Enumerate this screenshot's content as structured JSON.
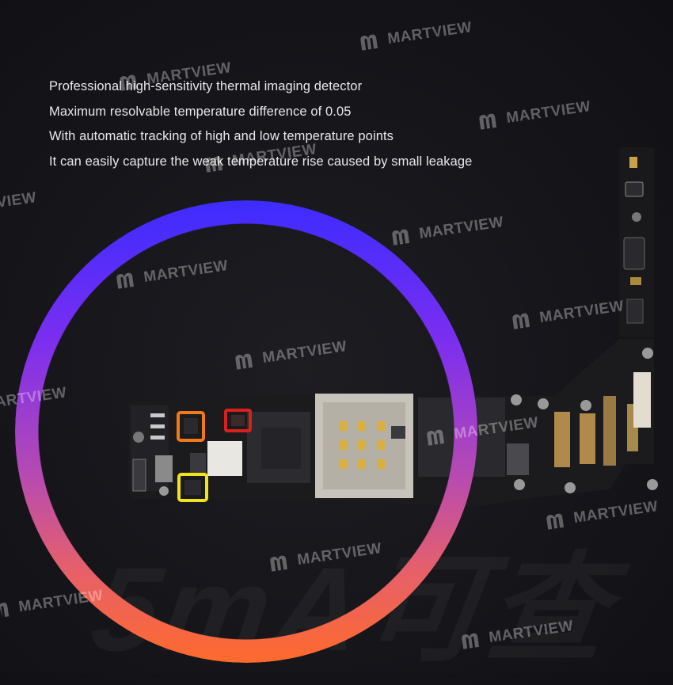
{
  "features": [
    "Professional high-sensitivity thermal imaging detector",
    "Maximum resolvable temperature difference of 0.05",
    "With automatic tracking of high and low temperature points",
    "It can easily capture the weak temperature rise caused by small leakage"
  ],
  "background_text": "5mA可查",
  "watermark": {
    "text": "MARTVIEW",
    "partial_left": "VIEW",
    "partial_left_2": "ARTVIEW"
  },
  "colors": {
    "background": "#151519",
    "ring_top": "#3c2cff",
    "ring_bottom": "#ff6a2c",
    "highlight_orange": "#f07a1a",
    "highlight_red": "#d8211c",
    "highlight_yellow": "#f2e21c"
  }
}
